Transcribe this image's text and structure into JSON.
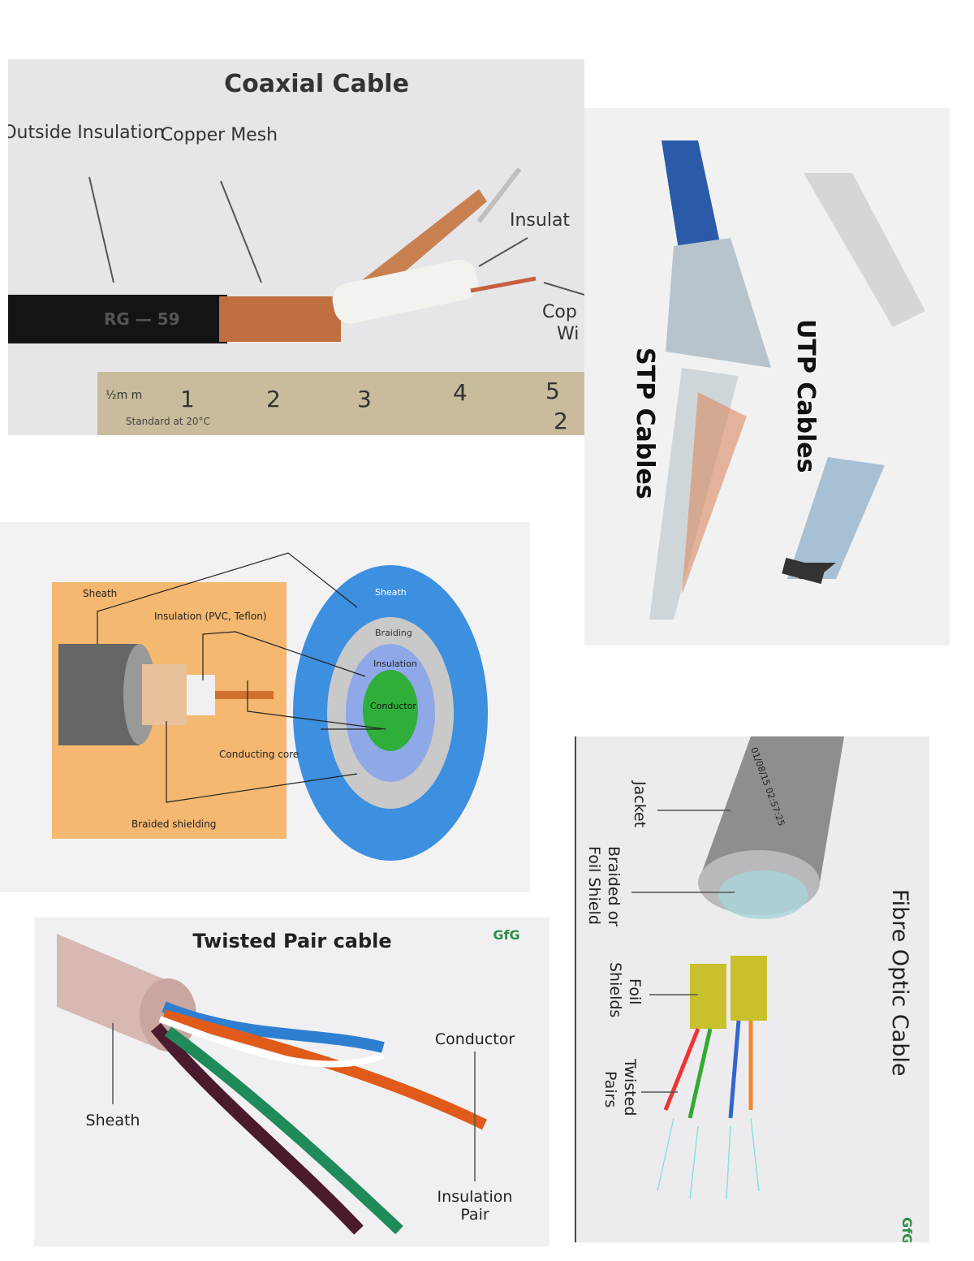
{
  "coax_photo": {
    "title": "Coaxial Cable",
    "labels": {
      "outside_insulation": "Outside Insulation",
      "copper_mesh": "Copper Mesh",
      "insulation": "Insulat",
      "copper_wire_1": "Cop",
      "copper_wire_2": "Wi"
    },
    "cable_print": "RG — 59",
    "ruler": {
      "marks": [
        "1",
        "2",
        "3",
        "4",
        "5"
      ],
      "unit": "½m m",
      "caption": "Standard at 20°C",
      "lower_mark": "2"
    }
  },
  "stp_utp": {
    "stp_label": "STP Cables",
    "utp_label": "UTP Cables"
  },
  "coax_diagram": {
    "labels": {
      "sheath": "Sheath",
      "insulation": "Insulation (PVC, Teflon)",
      "conducting_core": "Conducting core",
      "braided_shielding": "Braided shielding"
    },
    "rings": {
      "sheath": "Sheath",
      "braiding": "Braiding",
      "insulation": "Insulation",
      "conductor": "Conductor"
    },
    "colors": {
      "sheath": "#3d8fe0",
      "braiding": "#c9c9c9",
      "insulation": "#8fa8e8",
      "conductor": "#2fae3a",
      "box": "#f4b870"
    }
  },
  "twisted_pair": {
    "title": "Twisted Pair cable",
    "labels": {
      "conductor": "Conductor",
      "sheath": "Sheath",
      "insulation_1": "Insulation",
      "insulation_2": "Pair"
    },
    "logo": "GfG"
  },
  "fibre_optic": {
    "title": "Fibre Optic Cable",
    "labels": {
      "jacket": "Jacket",
      "braided_1": "Braided or",
      "braided_2": "Foil Shield",
      "foil_1": "Foil",
      "foil_2": "Shields",
      "twisted_1": "Twisted",
      "twisted_2": "Pairs"
    },
    "cable_print": "01/08/15 02:57:25",
    "logo": "GfG"
  }
}
